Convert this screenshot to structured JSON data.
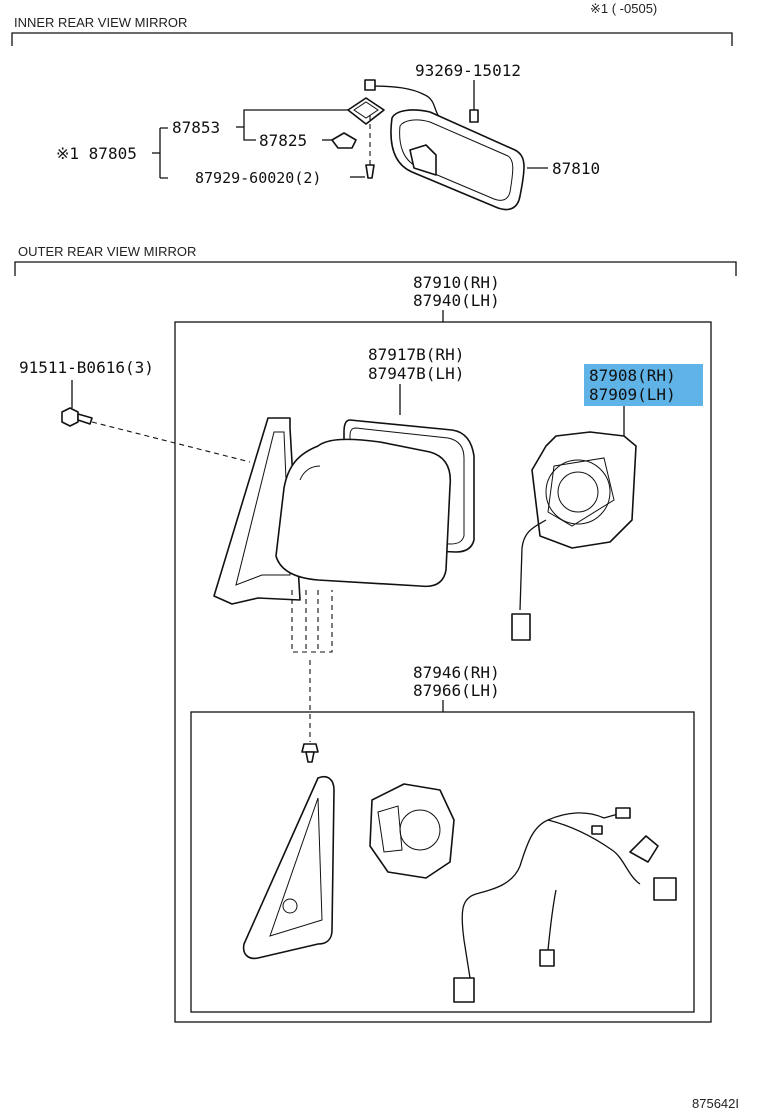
{
  "header": {
    "inner_title": "INNER REAR VIEW MIRROR",
    "outer_title": "OUTER REAR VIEW MIRROR",
    "note_top": "※1 (      -0505)"
  },
  "inner": {
    "p93269": "93269-15012",
    "p87853": "87853",
    "p87825": "87825",
    "p87805": "※1 87805",
    "p87929": "87929-60020(2)",
    "p87810": "87810"
  },
  "outer": {
    "p87910": "87910(RH)",
    "p87940": "87940(LH)",
    "p91511": "91511-B0616(3)",
    "p87917": "87917B(RH)",
    "p87947": "87947B(LH)",
    "p87908": "87908(RH)",
    "p87909": "87909(LH)",
    "p87946": "87946(RH)",
    "p87966": "87966(LH)"
  },
  "footer": {
    "figure_code": "875642I"
  },
  "colors": {
    "highlight": "#5fb3e6",
    "ink": "#111111"
  }
}
